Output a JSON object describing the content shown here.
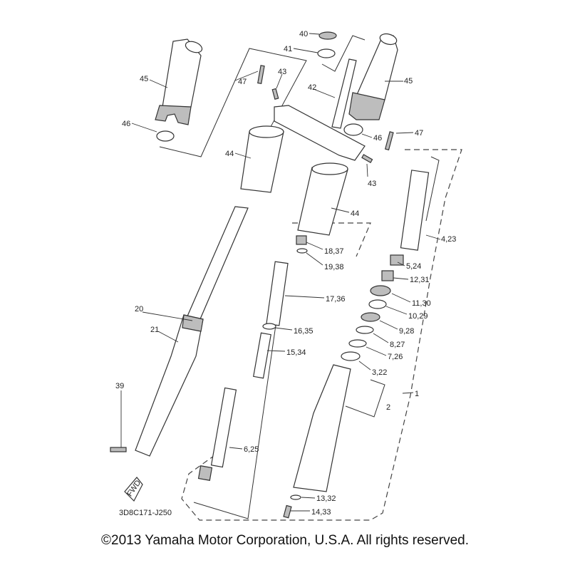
{
  "diagram": {
    "figure_code": "3D8C171-J250",
    "fwd_badge": "FWD",
    "callouts": {
      "c40": "40",
      "c41": "41",
      "c45a": "45",
      "c47a": "47",
      "c43a": "43",
      "c42": "42",
      "c45b": "45",
      "c46a": "46",
      "c46b": "46",
      "c47b": "47",
      "c44a": "44",
      "c43b": "43",
      "c44b": "44",
      "c4_23": "4,23",
      "c18_37": "18,37",
      "c19_38": "19,38",
      "c5_24": "5,24",
      "c12_31": "12,31",
      "c17_36": "17,36",
      "c11_30": "11,30",
      "c10_29": "10,29",
      "c16_35": "16,35",
      "c9_28": "9,28",
      "c8_27": "8,27",
      "c15_34": "15,34",
      "c7_26": "7,26",
      "c3_22": "3,22",
      "c20": "20",
      "c21": "21",
      "c39": "39",
      "c1": "1",
      "c2": "2",
      "c6_25": "6,25",
      "c13_32": "13,32",
      "c14_33": "14,33"
    }
  },
  "footer": {
    "copyright": "©2013 Yamaha Motor Corporation, U.S.A. All rights reserved."
  }
}
